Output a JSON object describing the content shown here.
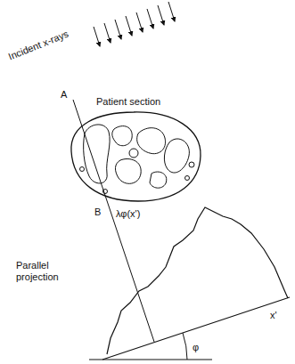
{
  "diagram": {
    "labels": [
      "Incident x-rays",
      "A",
      "Patient section",
      "B",
      "λφ(x')",
      "Parallel projection",
      "x'",
      "φ"
    ]
  }
}
